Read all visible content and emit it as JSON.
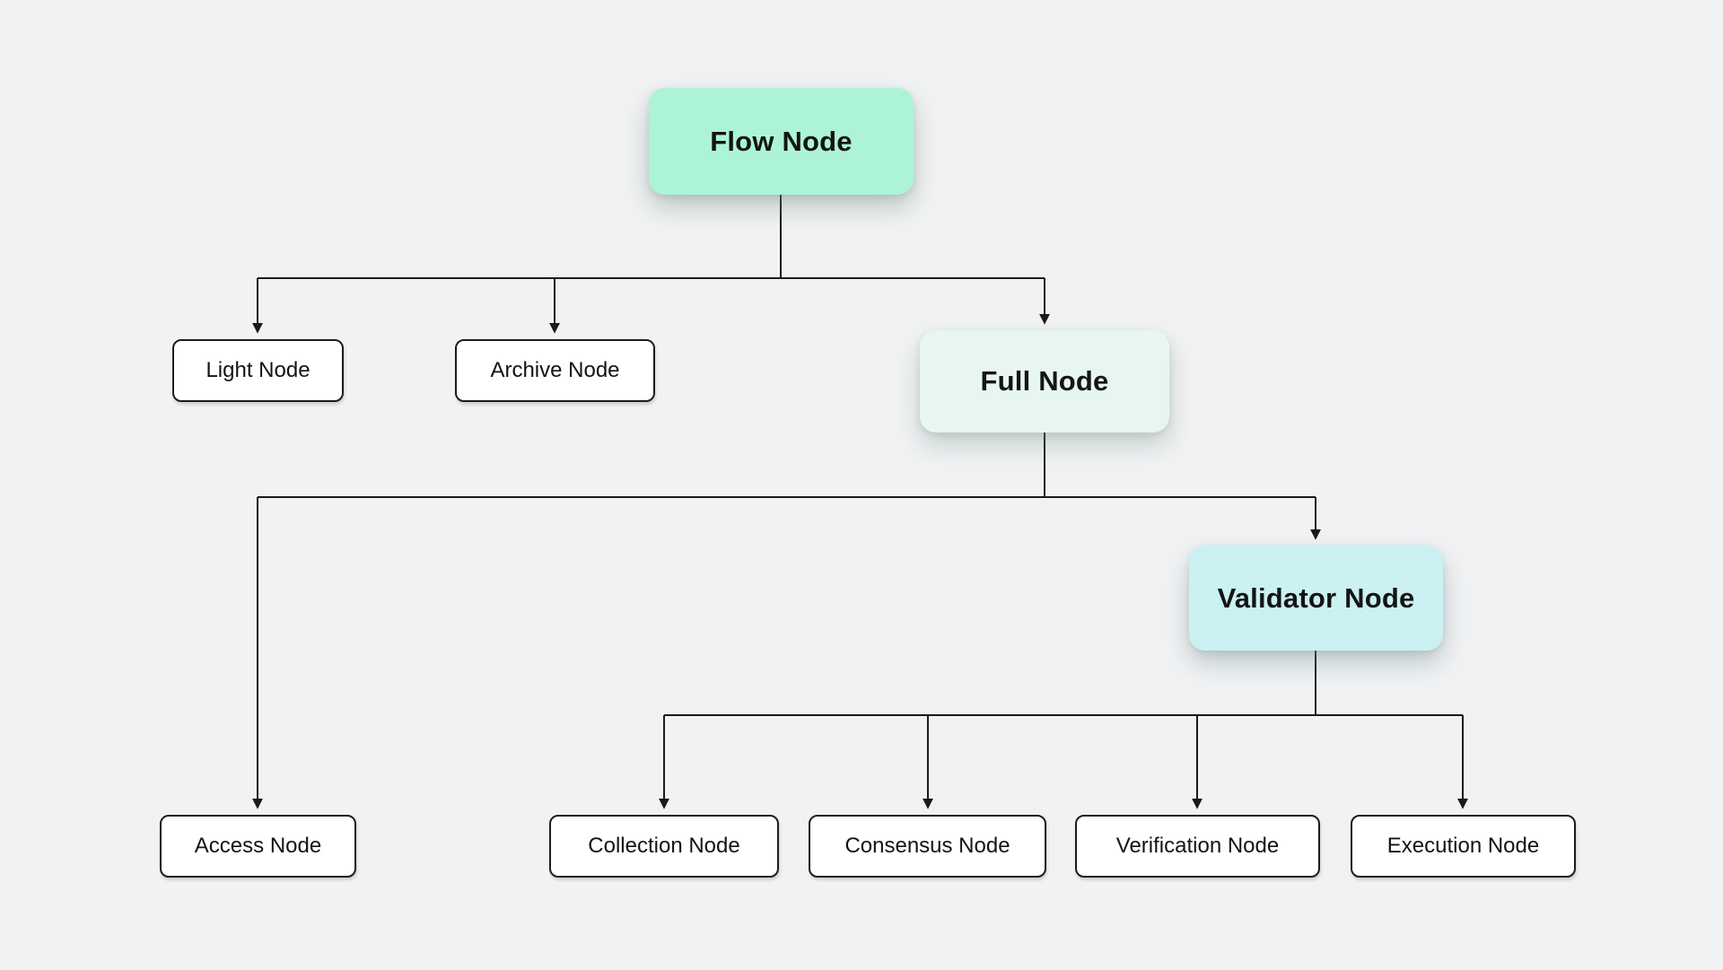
{
  "diagram": {
    "type": "hierarchy-flowchart",
    "nodes": {
      "flow": {
        "label": "Flow Node",
        "fill": "#adf4d7",
        "level": 0
      },
      "light": {
        "label": "Light Node",
        "fill": "#ffffff",
        "level": 1
      },
      "archive": {
        "label": "Archive Node",
        "fill": "#ffffff",
        "level": 1
      },
      "full": {
        "label": "Full Node",
        "fill": "#e7f7ef",
        "level": 1
      },
      "access": {
        "label": "Access Node",
        "fill": "#ffffff",
        "level": 2
      },
      "validator": {
        "label": "Validator Node",
        "fill": "#cbf1f2",
        "level": 2
      },
      "collection": {
        "label": "Collection Node",
        "fill": "#ffffff",
        "level": 3
      },
      "consensus": {
        "label": "Consensus Node",
        "fill": "#ffffff",
        "level": 3
      },
      "verification": {
        "label": "Verification Node",
        "fill": "#ffffff",
        "level": 3
      },
      "execution": {
        "label": "Execution Node",
        "fill": "#ffffff",
        "level": 3
      }
    },
    "edges": [
      {
        "from": "flow",
        "to": "light"
      },
      {
        "from": "flow",
        "to": "archive"
      },
      {
        "from": "flow",
        "to": "full"
      },
      {
        "from": "full",
        "to": "access"
      },
      {
        "from": "full",
        "to": "validator"
      },
      {
        "from": "validator",
        "to": "collection"
      },
      {
        "from": "validator",
        "to": "consensus"
      },
      {
        "from": "validator",
        "to": "verification"
      },
      {
        "from": "validator",
        "to": "execution"
      }
    ],
    "colors": {
      "background": "#f1f2f4",
      "connector": "#1a1a1a",
      "leaf_border": "#1c1c1c",
      "text": "#141414"
    }
  }
}
